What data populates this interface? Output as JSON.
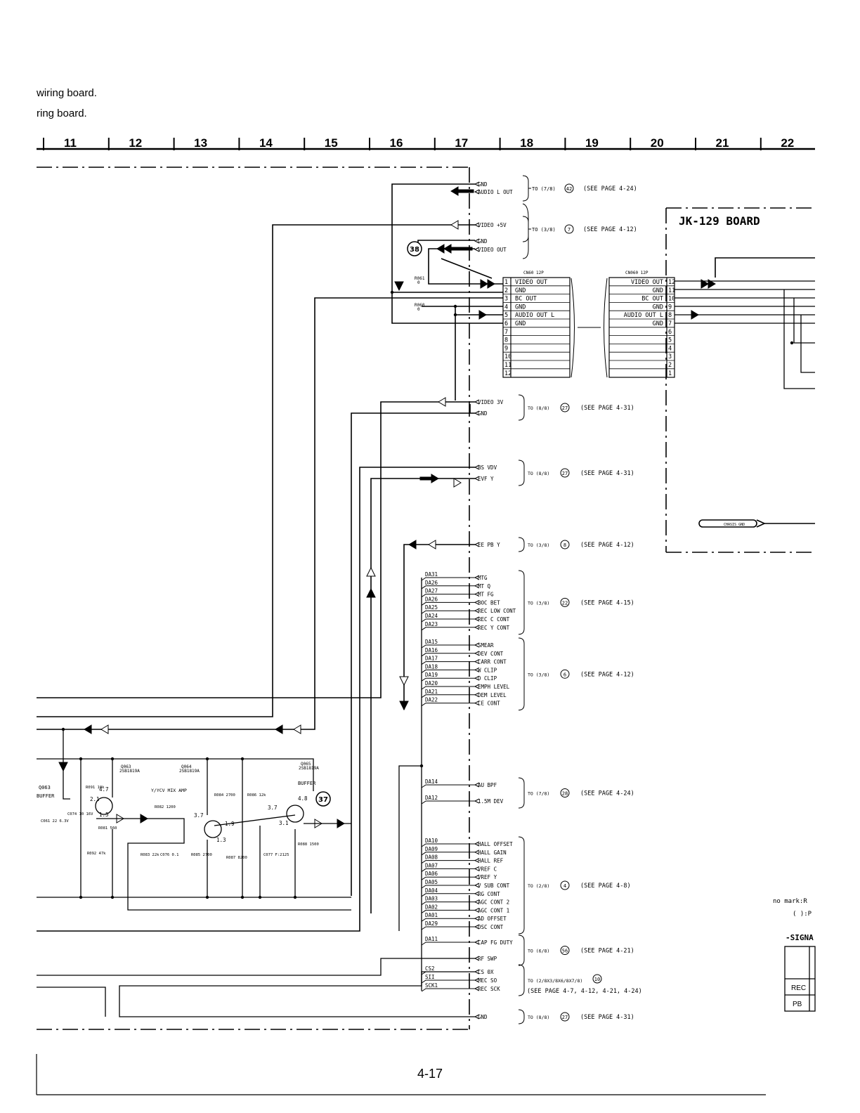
{
  "header": {
    "line1": "wiring board.",
    "line2": "ring board."
  },
  "grid": [
    "11",
    "12",
    "13",
    "14",
    "15",
    "16",
    "17",
    "18",
    "19",
    "20",
    "21",
    "22"
  ],
  "board": {
    "title": "JK-129 BOARD",
    "chassis": "CHASIS GND"
  },
  "top_signals": [
    {
      "label": "GND"
    },
    {
      "label": "AUDIO L OUT"
    },
    {
      "label": "VIDEO +5V"
    },
    {
      "label": "GND"
    },
    {
      "label": "VIDEO OUT"
    }
  ],
  "refs_top": [
    {
      "to": "TO (7/8)",
      "num": "42",
      "page": "(SEE PAGE 4-24)"
    },
    {
      "to": "TO (3/8)",
      "num": "7",
      "page": "(SEE PAGE 4-12)"
    }
  ],
  "cn_left": {
    "title": "CN60 12P",
    "pins": [
      "1",
      "2",
      "3",
      "4",
      "5",
      "6",
      "7",
      "8",
      "9",
      "10",
      "11",
      "12"
    ],
    "labels": [
      "VIDEO OUT",
      "GND",
      "BC OUT",
      "GND",
      "AUDIO OUT L",
      "GND",
      "",
      "",
      "",
      "",
      "",
      ""
    ]
  },
  "cn_right": {
    "title": "CN060 12P",
    "pins": [
      "12",
      "11",
      "10",
      "9",
      "8",
      "7",
      "6",
      "5",
      "4",
      "3",
      "2",
      "1"
    ],
    "labels": [
      "VIDEO OUT",
      "GND",
      "BC OUT",
      "GND",
      "AUDIO OUT L",
      "GND",
      "",
      "",
      "",
      "",
      "",
      ""
    ]
  },
  "resistors": [
    {
      "ref": "R061",
      "val": "0"
    },
    {
      "ref": "R060",
      "val": "0"
    }
  ],
  "marker": {
    "m38": "38",
    "m37": "37"
  },
  "groups": [
    {
      "signals": [
        "VIDEO 3V",
        "GND"
      ],
      "to": "TO (8/8)",
      "num": "27",
      "page": "(SEE PAGE 4-31)"
    },
    {
      "signals": [
        "BS VDV",
        "EVF Y"
      ],
      "to": "TO (8/8)",
      "num": "27",
      "page": "(SEE PAGE 4-31)"
    },
    {
      "signals": [
        "EE PB Y"
      ],
      "to": "TO (3/8)",
      "num": "8",
      "page": "(SEE PAGE 4-12)"
    },
    {
      "signals": [
        "MTG",
        "MT Q",
        "MT FG",
        "BOC BET",
        "REC LOW CONT",
        "REC C CONT",
        "REC Y CONT"
      ],
      "buses": [
        "DA31",
        "DA26",
        "DA27",
        "DA26",
        "DA25",
        "DA24",
        "DA23"
      ],
      "to": "TO (3/8)",
      "num": "22",
      "page": "(SEE PAGE 4-15)"
    },
    {
      "signals": [
        "SMEAR",
        "DEV CONT",
        "CARR CONT",
        "W CLIP",
        "D CLIP",
        "EMPH LEVEL",
        "DEM LEVEL",
        "CE CONT"
      ],
      "buses": [
        "DA15",
        "DA16",
        "DA17",
        "DA18",
        "DA19",
        "DA20",
        "DA21",
        "DA22"
      ],
      "to": "TO (3/8)",
      "num": "6",
      "page": "(SEE PAGE 4-12)"
    },
    {
      "signals": [
        "AU BPF",
        "1.5M DEV"
      ],
      "buses": [
        "DA14",
        "DA12"
      ],
      "to": "TO (7/8)",
      "num": "28",
      "page": "(SEE PAGE 4-24)"
    },
    {
      "signals": [
        "HALL OFFSET",
        "HALL GAIN",
        "HALL REF",
        "VREF C",
        "VREF Y",
        "V SUB CONT",
        "RG CONT",
        "AGC CONT 2",
        "AGC CONT 1",
        "AD OFFSET",
        "OSC CONT"
      ],
      "buses": [
        "DA10",
        "DA09",
        "DA08",
        "DA07",
        "DA06",
        "DA05",
        "DA04",
        "DA03",
        "DA02",
        "DA01",
        "DA29"
      ],
      "to": "TO (2/8)",
      "num": "4",
      "page": "(SEE PAGE 4-8)"
    },
    {
      "signals": [
        "CAP FG DUTY",
        "RF SWP"
      ],
      "buses": [
        "DA11"
      ],
      "to": "TO (6/8)",
      "num": "56",
      "page": "(SEE PAGE 4-21)"
    },
    {
      "signals": [
        "CS 0X",
        "MEC SO",
        "REC SCK"
      ],
      "buses": [
        "CS2",
        "SII",
        "SCK1"
      ],
      "to": "TO (2/8X3/8X6/8X7/8)",
      "num": "10",
      "page": "(SEE PAGE 4-7, 4-12, 4-21, 4-24)"
    },
    {
      "signals": [
        "GND"
      ],
      "to": "TO (8/8)",
      "num": "27",
      "page": "(SEE PAGE 4-31)"
    }
  ],
  "circuit": {
    "q063": {
      "ref": "Q063",
      "role": "BUFFER"
    },
    "q064": {
      "ref": "Q064",
      "part": "2SB1819A"
    },
    "q063b": {
      "ref": "Q063",
      "part": "2SB1819A"
    },
    "q065": {
      "ref": "Q065",
      "part": "2SB1819A",
      "role": "BUFFER"
    },
    "mix": "Y/YCV MIX AMP",
    "volts": [
      "4.7",
      "2.1",
      "1.5",
      "3.7",
      "1.9",
      "1.3",
      "3.7",
      "4.8",
      "3.1"
    ],
    "parts": [
      "R091 10k",
      "R092 47k",
      "R081 560",
      "R082 1200",
      "R083 22k",
      "C076 0.1",
      "R085 2700",
      "R087 8200",
      "R084 2700",
      "R086 12k",
      "C077 F:2125",
      "R088 1500",
      "C061 22 6.3V",
      "C074 10 16V"
    ]
  },
  "legend": {
    "mark1": "no mark:R",
    "mark2": "( ):P",
    "title": "-SIGNA",
    "rows": [
      "REC",
      "PB"
    ]
  },
  "page_number": "4-17"
}
